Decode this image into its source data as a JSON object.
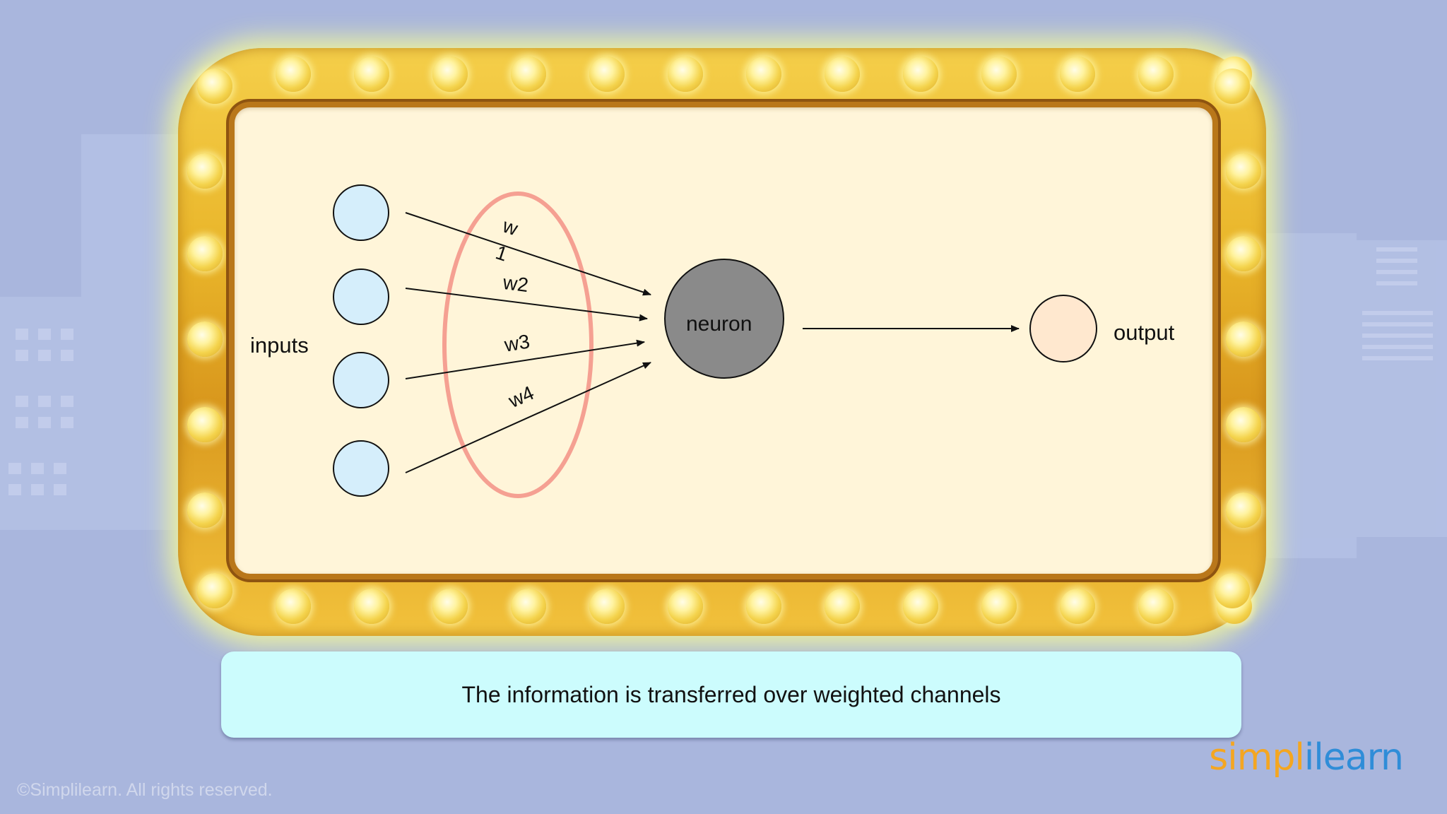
{
  "diagram": {
    "inputs_label": "inputs",
    "neuron_label": "neuron",
    "output_label": "output",
    "weights": [
      "w",
      "1",
      "w2",
      "w3",
      "w4"
    ]
  },
  "caption": "The information is transferred over weighted channels",
  "footer": {
    "copyright": "©Simplilearn. All rights reserved.",
    "brand_part1": "simpl",
    "brand_part2": "ilearn"
  },
  "colors": {
    "input_node": "#d5eefb",
    "neuron_node": "#8a8a8a",
    "output_node": "#ffe8cf",
    "highlight_ellipse": "#f4978a",
    "caption_bg": "#ccfcfd",
    "brand_orange": "#f4a621",
    "brand_blue": "#2f8dd8"
  }
}
